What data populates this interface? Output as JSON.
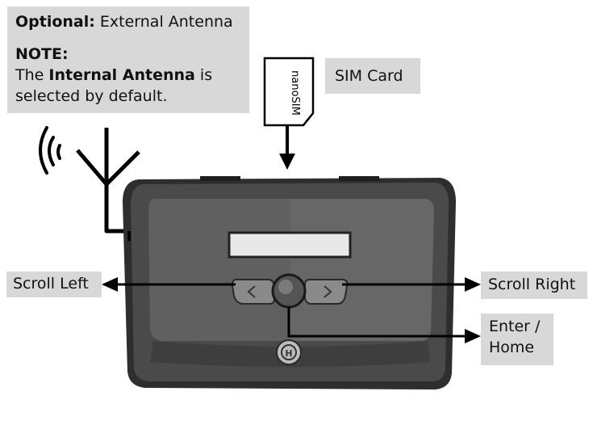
{
  "note": {
    "optional_prefix": "Optional:",
    "optional_text": " External Antenna",
    "note_heading": "NOTE:",
    "line2_pre": "The ",
    "line2_bold": "Internal Antenna",
    "line2_post": " is",
    "line3": "selected by default."
  },
  "sim": {
    "label": "SIM Card",
    "card_text": "nanoSIM"
  },
  "controls": {
    "scroll_left": "Scroll Left",
    "scroll_right": "Scroll Right",
    "enter_line1": "Enter /",
    "enter_line2": "Home"
  },
  "colors": {
    "label_bg": "#d8d8d8",
    "device_body": "#3a3a3a",
    "device_face": "#5c5c5c",
    "screen": "#e8e8e8"
  }
}
